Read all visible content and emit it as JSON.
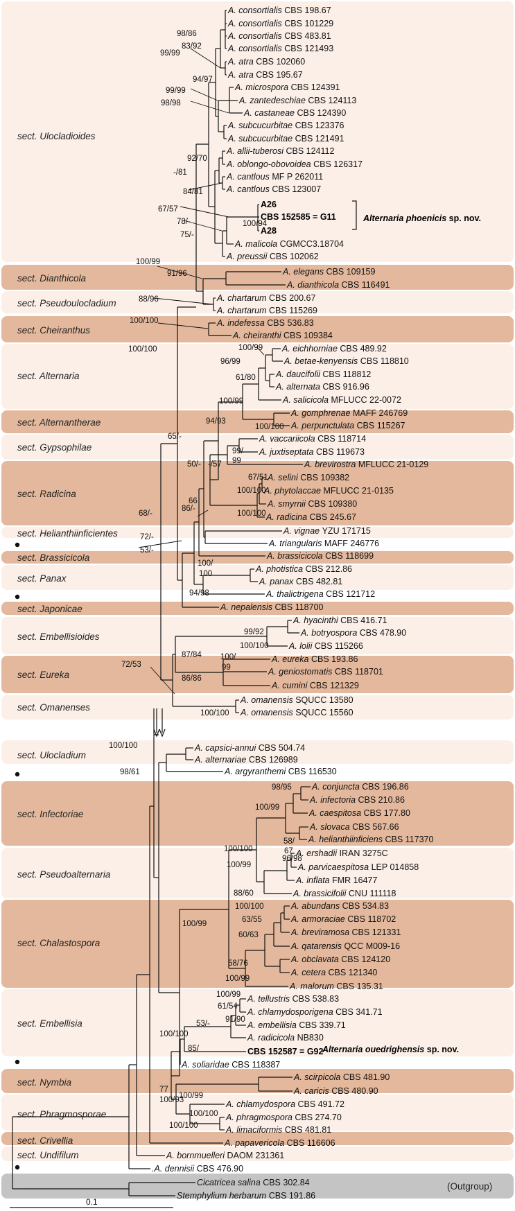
{
  "colors": {
    "light": "#fbefe8",
    "dark": "#e3b89c",
    "outgroup": "#c4c4c4",
    "line": "#111111"
  },
  "sections": [
    {
      "label": "sect. Ulocladioides",
      "tone": "light"
    },
    {
      "label": "sect. Dianthicola",
      "tone": "dark"
    },
    {
      "label": "sect. Pseudoulocladium",
      "tone": "light"
    },
    {
      "label": "sect. Cheiranthus",
      "tone": "dark"
    },
    {
      "label": "sect. Alternaria",
      "tone": "light"
    },
    {
      "label": "sect. Alternantherae",
      "tone": "dark"
    },
    {
      "label": "sect. Gypsophilae",
      "tone": "light"
    },
    {
      "label": "sect. Radicina",
      "tone": "dark"
    },
    {
      "label": "sect. Helianthiinficientes",
      "tone": "light"
    },
    {
      "label": "•",
      "tone": "none"
    },
    {
      "label": "sect. Brassicicola",
      "tone": "dark"
    },
    {
      "label": "sect. Panax",
      "tone": "light"
    },
    {
      "label": "•",
      "tone": "none"
    },
    {
      "label": "sect. Japonicae",
      "tone": "dark"
    },
    {
      "label": "sect. Embellisioides",
      "tone": "light"
    },
    {
      "label": "sect. Eureka",
      "tone": "dark"
    },
    {
      "label": "sect. Omanenses",
      "tone": "light"
    },
    {
      "label": "sect.  Ulocladium",
      "tone": "light"
    },
    {
      "label": "•",
      "tone": "none"
    },
    {
      "label": "sect. Infectoriae",
      "tone": "dark"
    },
    {
      "label": "sect. Pseudoalternaria",
      "tone": "light"
    },
    {
      "label": "sect. Chalastospora",
      "tone": "dark"
    },
    {
      "label": "sect. Embellisia",
      "tone": "light"
    },
    {
      "label": "•",
      "tone": "none"
    },
    {
      "label": "sect. Nymbia",
      "tone": "dark"
    },
    {
      "label": "sect.  Phragmosporae",
      "tone": "light"
    },
    {
      "label": "sect. Crivellia",
      "tone": "dark"
    },
    {
      "label": "sect. Undifilum",
      "tone": "light"
    },
    {
      "label": "•",
      "tone": "none"
    },
    {
      "label": "(Outgroup)",
      "tone": "outgroup"
    }
  ],
  "taxa": [
    {
      "name": "A. consortialis",
      "code": "CBS 198.67"
    },
    {
      "name": "A. consortialis",
      "code": "CBS 101229"
    },
    {
      "name": "A. consortialis",
      "code": "CBS 483.81"
    },
    {
      "name": "A. consortialis",
      "code": "CBS 121493"
    },
    {
      "name": "A. atra",
      "code": "CBS 102060"
    },
    {
      "name": "A. atra",
      "code": "CBS 195.67"
    },
    {
      "name": "A. microspora",
      "code": "CBS 124391"
    },
    {
      "name": "A. zantedeschiae",
      "code": "CBS 124113"
    },
    {
      "name": "A. castaneae",
      "code": "CBS 124390"
    },
    {
      "name": "A. subcucurbitae",
      "code": "CBS 123376"
    },
    {
      "name": "A. subcucurbitae",
      "code": "CBS 121491"
    },
    {
      "name": "A. allii-tuberosi",
      "code": "CBS 124112"
    },
    {
      "name": "A. oblongo-obovoidea",
      "code": "CBS 126317"
    },
    {
      "name": "A. cantlous",
      "code": "MF P 262011"
    },
    {
      "name": "A. cantlous",
      "code": "CBS 123007"
    },
    {
      "bold": "A26"
    },
    {
      "bold": "CBS 152585 = G11"
    },
    {
      "bold": "A28"
    },
    {
      "name": "A. malicola",
      "code": "CGMCC3.18704"
    },
    {
      "name": "A. preussii",
      "code": "CBS 102062"
    },
    {
      "name": "A. elegans",
      "code": "CBS 109159"
    },
    {
      "name": "A. dianthicola",
      "code": "CBS 116491"
    },
    {
      "name": "A. chartarum",
      "code": "CBS 200.67"
    },
    {
      "name": "A. chartarum",
      "code": "CBS 115269"
    },
    {
      "name": "A. indefessa",
      "code": "CBS 536.83"
    },
    {
      "name": "A. cheiranthi",
      "code": "CBS 109384"
    },
    {
      "name": "A. eichhorniae",
      "code": "CBS 489.92"
    },
    {
      "name": "A. betae-kenyensis",
      "code": "CBS 118810"
    },
    {
      "name": "A. daucifolii",
      "code": "CBS 118812"
    },
    {
      "name": "A. alternata",
      "code": "CBS 916.96"
    },
    {
      "name": "A. salicicola",
      "code": "MFLUCC 22-0072"
    },
    {
      "name": "A. gomphrenae",
      "code": "MAFF 246769"
    },
    {
      "name": "A. perpunctulata",
      "code": "CBS 115267"
    },
    {
      "name": "A. vaccariicola",
      "code": "CBS 118714"
    },
    {
      "name": "A. juxtiseptata",
      "code": "CBS 119673"
    },
    {
      "name": "A. brevirostra",
      "code": "MFLUCC 21-0129"
    },
    {
      "name": "A. selini",
      "code": "CBS 109382"
    },
    {
      "name": "A. phytolaccae",
      "code": "MFLUCC 21-0135"
    },
    {
      "name": "A. smyrnii",
      "code": "CBS 109380"
    },
    {
      "name": "A. radicina",
      "code": "CBS 245.67"
    },
    {
      "name": "A. vignae",
      "code": "YZU 171715"
    },
    {
      "name": "A. triangularis",
      "code": "MAFF 246776"
    },
    {
      "name": "A. brassicicola",
      "code": "CBS 118699"
    },
    {
      "name": "A. photistica",
      "code": "CBS 212.86"
    },
    {
      "name": "A. panax",
      "code": "CBS 482.81"
    },
    {
      "name": "A. thalictrigena",
      "code": "CBS 121712"
    },
    {
      "name": "A. nepalensis",
      "code": "CBS 118700"
    },
    {
      "name": "A. hyacinthi",
      "code": "CBS 416.71"
    },
    {
      "name": "A. botryospora",
      "code": "CBS 478.90"
    },
    {
      "name": "A. lolii",
      "code": "CBS 115266"
    },
    {
      "name": "A. eureka",
      "code": "CBS 193.86"
    },
    {
      "name": "A. geniostomatis",
      "code": "CBS 118701"
    },
    {
      "name": "A. cumini",
      "code": "CBS 121329"
    },
    {
      "name": "A. omanensis",
      "code": "SQUCC 13580"
    },
    {
      "name": "A. omanensis",
      "code": "SQUCC 15560"
    },
    {
      "name": "A. capsici-annui",
      "code": "CBS 504.74"
    },
    {
      "name": "A. alternariae",
      "code": "CBS 126989"
    },
    {
      "name": "A. argyranthemi",
      "code": "CBS 116530"
    },
    {
      "name": "A. conjuncta",
      "code": "CBS 196.86"
    },
    {
      "name": "A. infectoria",
      "code": "CBS 210.86"
    },
    {
      "name": "A. caespitosa",
      "code": "CBS 177.80"
    },
    {
      "name": "A. slovaca",
      "code": "CBS 567.66"
    },
    {
      "name": "A. helianthiinficiens",
      "code": "CBS 117370"
    },
    {
      "name": "A. ershadii",
      "code": "IRAN 3275C"
    },
    {
      "name": "A. parvicaespitosa",
      "code": "LEP 014858"
    },
    {
      "name": "A. inflata",
      "code": "FMR 16477"
    },
    {
      "name": "A. brassicifolii",
      "code": "CNU 111118"
    },
    {
      "name": "A. abundans",
      "code": "CBS 534.83"
    },
    {
      "name": "A. armoraciae",
      "code": "CBS 118702"
    },
    {
      "name": "A. breviramosa",
      "code": "CBS 121331"
    },
    {
      "name": "A. qatarensis",
      "code": "QCC M009-16"
    },
    {
      "name": "A. obclavata",
      "code": "CBS 124120"
    },
    {
      "name": "A. cetera",
      "code": "CBS 121340"
    },
    {
      "name": "A. malorum",
      "code": "CBS 135.31"
    },
    {
      "name": "A. tellustris",
      "code": "CBS 538.83"
    },
    {
      "name": "A. chlamydosporigena",
      "code": "CBS 341.71"
    },
    {
      "name": "A. embellisia",
      "code": "CBS 339.71"
    },
    {
      "name": "A. radicicola",
      "code": "NB830"
    },
    {
      "bold": "CBS 152587 = G92"
    },
    {
      "name": "A. soliaridae",
      "code": "CBS 118387"
    },
    {
      "name": "A. scirpicola",
      "code": "CBS 481.90"
    },
    {
      "name": "A. caricis",
      "code": "CBS 480.90"
    },
    {
      "name": "A. chlamydospora",
      "code": "CBS 491.72"
    },
    {
      "name": "A. phragmospora",
      "code": "CBS 274.70"
    },
    {
      "name": "A. limaciformis",
      "code": "CBS 481.81"
    },
    {
      "name": "A. papavericola",
      "code": "CBS 116606"
    },
    {
      "name": "A. bornmuelleri",
      "code": "DAOM 231361"
    },
    {
      "name": ".A. dennisii",
      "code": "CBS 476.90"
    },
    {
      "name": "Cicatricea salina",
      "code": "CBS 302.84"
    },
    {
      "name": "Stemphylium herbarum",
      "code": "CBS 191.86"
    }
  ],
  "new_species": [
    {
      "italic": "Alternaria phoenicis",
      "rest": " sp. nov."
    },
    {
      "italic": "Alternaria ouedrighensis",
      "rest": " sp. nov."
    }
  ],
  "supports": [
    "98/86",
    "83/92",
    "99/99",
    "94/97",
    "99/99",
    "98/98",
    "92/70",
    "-/81",
    "84/81",
    "67/57",
    "78/-",
    "100/94",
    "75/-",
    "100/99",
    "91/96",
    "88/96",
    "100/100",
    "100/100",
    "96/99",
    "100/99",
    "61/80",
    "100/99",
    "94/93",
    "65/-",
    "100/100",
    "99/",
    "99",
    "50/-",
    "-/57",
    "67/51",
    "100/100",
    "100/100",
    "68/-",
    "86/-",
    "66",
    "72/-",
    "53/-",
    "100/",
    "100",
    "94/98",
    "100/100",
    "99/92",
    "87/84",
    "100/",
    "99",
    "72/53",
    "86/86",
    "100/100",
    "100/100",
    "98/61",
    "98/95",
    "100/99",
    "58/",
    "67",
    "100/100",
    "96/98",
    "100/99",
    "88/60",
    "100/99",
    "100/100",
    "63/55",
    "60/63",
    "58/76",
    "100/99",
    "100/99",
    "61/54",
    "91/90",
    "53/-",
    "100/100",
    "85/",
    "77",
    "100/93",
    "100/99",
    "100/100",
    "100/100"
  ],
  "scale": {
    "label": "0.1"
  }
}
